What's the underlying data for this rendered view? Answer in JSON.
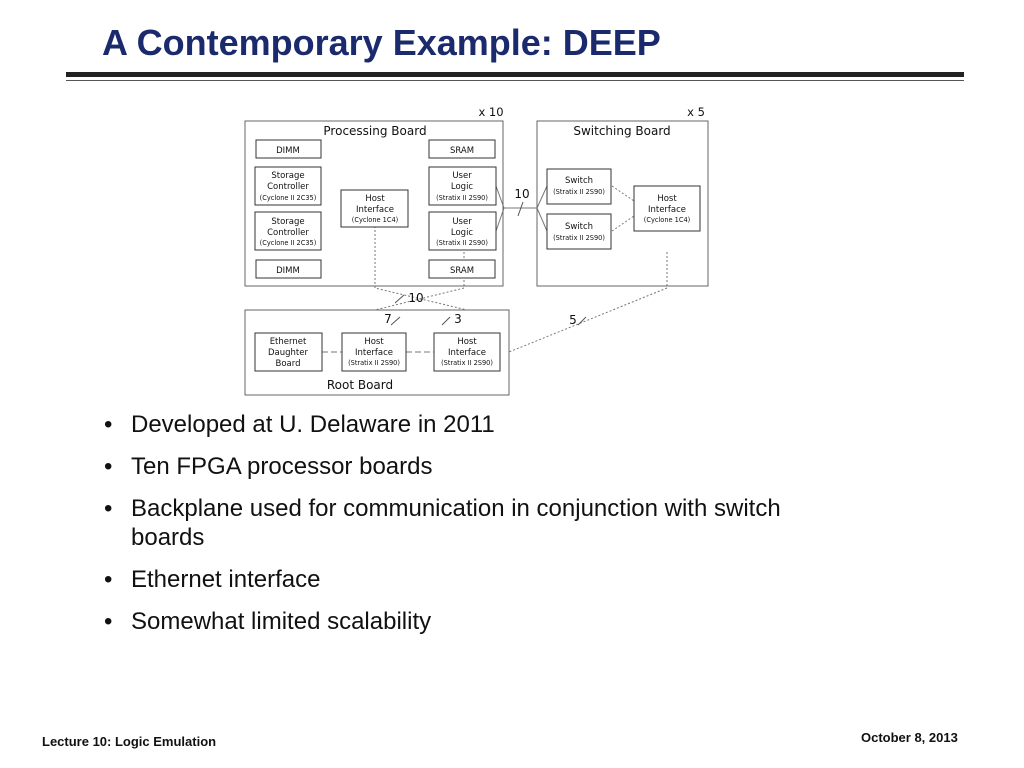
{
  "slide": {
    "title": "A Contemporary Example: DEEP",
    "bullets": [
      "Developed at U. Delaware in 2011",
      "Ten FPGA processor boards",
      "Backplane used for communication in conjunction with switch boards",
      "Ethernet interface",
      "Somewhat limited scalability"
    ],
    "bullet_glyph": "•",
    "footer_left": "Lecture 10: Logic Emulation",
    "footer_right": "October 8, 2013"
  },
  "diagram": {
    "processing_board": {
      "label": "Processing Board",
      "multiplier": "x 10",
      "dimm_top": "DIMM",
      "dimm_bottom": "DIMM",
      "sram_top": "SRAM",
      "sram_bottom": "SRAM",
      "storage_top": {
        "l1": "Storage",
        "l2": "Controller",
        "chip": "(Cyclone II 2C35)"
      },
      "storage_bottom": {
        "l1": "Storage",
        "l2": "Controller",
        "chip": "(Cyclone II 2C35)"
      },
      "host_interface": {
        "l1": "Host",
        "l2": "Interface",
        "chip": "(Cyclone 1C4)"
      },
      "user_logic_top": {
        "l1": "User",
        "l2": "Logic",
        "chip": "(Stratix II 2S90)"
      },
      "user_logic_bottom": {
        "l1": "User",
        "l2": "Logic",
        "chip": "(Stratix II 2S90)"
      }
    },
    "switching_board": {
      "label": "Switching Board",
      "multiplier": "x 5",
      "switch_top": {
        "l1": "Switch",
        "chip": "(Stratix II 2S90)"
      },
      "switch_bottom": {
        "l1": "Switch",
        "chip": "(Stratix II 2S90)"
      },
      "host_interface": {
        "l1": "Host",
        "l2": "Interface",
        "chip": "(Cyclone 1C4)"
      }
    },
    "root_board": {
      "label": "Root Board",
      "ethernet": {
        "l1": "Ethernet",
        "l2": "Daughter",
        "l3": "Board"
      },
      "host_left": {
        "l1": "Host",
        "l2": "Interface",
        "chip": "(Stratix II 2S90)"
      },
      "host_right": {
        "l1": "Host",
        "l2": "Interface",
        "chip": "(Stratix II 2S90)"
      }
    },
    "link_labels": {
      "proc_switch": "10",
      "proc_root": "10",
      "root_left": "7",
      "root_right": "3",
      "switch_root": "5"
    }
  }
}
